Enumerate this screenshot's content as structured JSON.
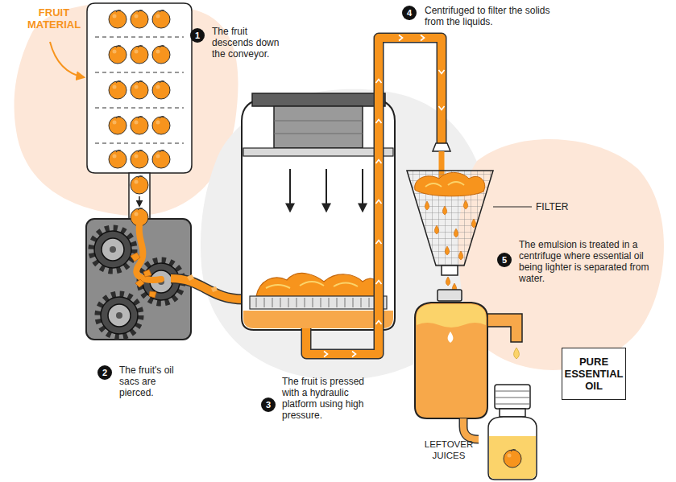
{
  "diagram": {
    "nodes": [
      {
        "text": [
          "PURE ESSENTIAL OIL"
        ]
      }
    ],
    "labels": [
      "FRUIT MATERIAL",
      "1",
      "The fruit descends down the conveyor.",
      "2",
      "The fruit's oil sacs are pierced.",
      "3",
      "The fruit is pressed with a hydraulic platform using high pressure.",
      "4",
      "Centrifuged to filter the solids from the liquids.",
      "FILTER",
      "5",
      "The emulsion is treated in a centrifuge where essential oil being lighter is separated from water.",
      "LEFTOVER JUICES"
    ]
  }
}
